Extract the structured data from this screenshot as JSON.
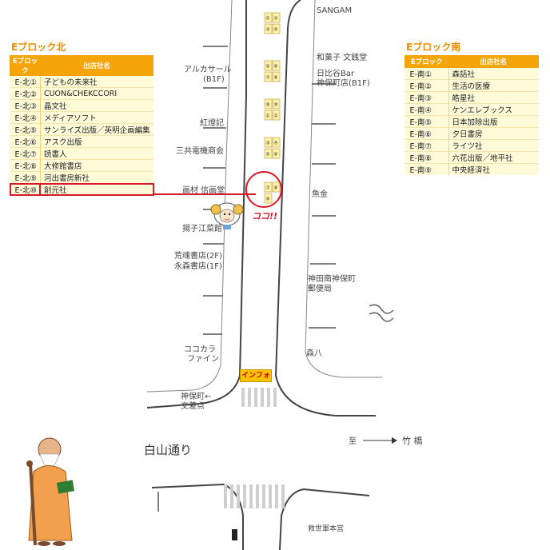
{
  "north_table": {
    "title": "Eブロック北",
    "col_block": "Eブロック",
    "col_shop": "出店社名",
    "rows": [
      {
        "code": "E-北①",
        "name": "子どもの未来社"
      },
      {
        "code": "E-北②",
        "name": "CUON&CHEKCCORI"
      },
      {
        "code": "E-北③",
        "name": "晶文社"
      },
      {
        "code": "E-北④",
        "name": "メディアソフト"
      },
      {
        "code": "E-北⑤",
        "name": "サンライズ出版／英明企画編集"
      },
      {
        "code": "E-北⑥",
        "name": "アスク出版"
      },
      {
        "code": "E-北⑦",
        "name": "読書人"
      },
      {
        "code": "E-北⑧",
        "name": "大修館書店"
      },
      {
        "code": "E-北⑨",
        "name": "河出書房新社"
      },
      {
        "code": "E-北⑩",
        "name": "創元社"
      }
    ]
  },
  "south_table": {
    "title": "Eブロック南",
    "col_block": "Eブロック",
    "col_shop": "出店社名",
    "rows": [
      {
        "code": "E-南①",
        "name": "森話社"
      },
      {
        "code": "E-南②",
        "name": "生活の医療"
      },
      {
        "code": "E-南③",
        "name": "皓星社"
      },
      {
        "code": "E-南④",
        "name": "ケンエレブックス"
      },
      {
        "code": "E-南⑤",
        "name": "日本加除出版"
      },
      {
        "code": "E-南⑥",
        "name": "夕日書房"
      },
      {
        "code": "E-南⑦",
        "name": "ライツ社"
      },
      {
        "code": "E-南⑧",
        "name": "六花出版／地平社"
      },
      {
        "code": "E-南⑨",
        "name": "中央経済社"
      }
    ]
  },
  "map_labels": {
    "sangam": "SANGAM",
    "wagashi": "和菓子 文銭堂",
    "hibiya1": "日比谷Bar",
    "hibiya2": "神保町店(B1F)",
    "alcasar1": "アルカサール",
    "alcasar2": "(B1F)",
    "koteiki": "紅燈記",
    "sankyo": "三共電機商会",
    "gazai": "画材 信画堂",
    "uokin": "魚金",
    "yosuko": "揚子江菜館",
    "arakure1": "荒魂書店(2F)",
    "arakure2": "永森書店(1F)",
    "post1": "神田南神保町",
    "post2": "郵便局",
    "cococara1": "ココカラ",
    "cococara2": "ファイン",
    "morihachi": "森八",
    "info": "インフォ",
    "crossing1": "神保町←",
    "crossing2": "交差点",
    "hakusan": "白山通り",
    "to_label": "至",
    "to_place": "竹 橋",
    "kyusei": "救世軍本営",
    "koko": "ココ!!"
  },
  "stalls": [
    "①",
    "②",
    "③",
    "④",
    "⑤",
    "⑥",
    "⑦",
    "⑧",
    "⑨",
    "⑩",
    "①",
    "②",
    "③",
    "④",
    "⑤",
    "⑥",
    "⑦",
    "⑧",
    "⑨"
  ],
  "colors": {
    "accent": "#f5a50a",
    "highlight": "#d7192a",
    "road": "#555555",
    "stall_fill": "#fff2a8"
  },
  "icons": [
    "sheep-mascot-icon",
    "old-man-character-icon"
  ]
}
